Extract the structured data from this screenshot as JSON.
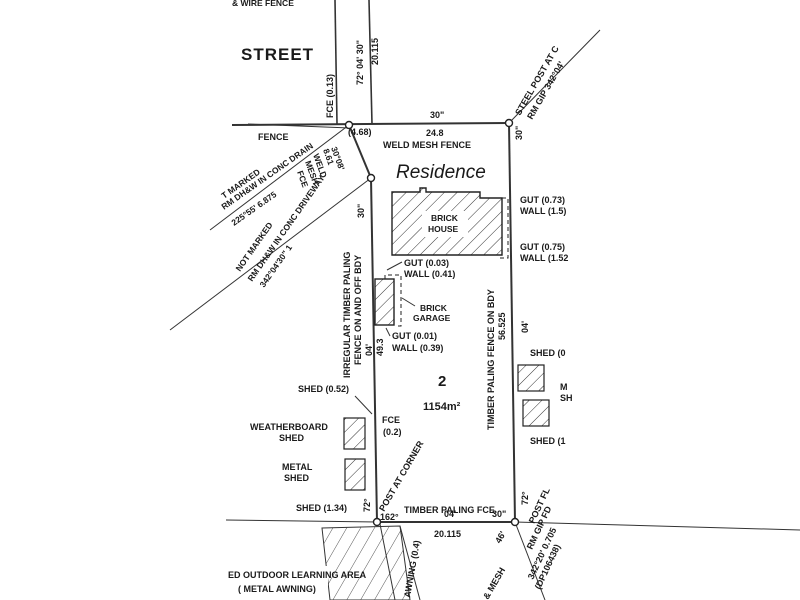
{
  "street": "STREET",
  "street_bearing": "72° 04' 30\"",
  "street_dist": "20.115",
  "lot": {
    "number": "2",
    "area": "1154m²"
  },
  "handwritten": "Residence",
  "top_edge": {
    "angle": "30\"",
    "dist": "24.8",
    "fence": "WELD MESH FENCE",
    "fce": "FCE (0.13)",
    "offset": "(4.68)",
    "fence_left": "FENCE"
  },
  "steel_post": "STEEL POST AT C",
  "steel_post_rm": "RM GIP 342°04'",
  "top_right_angle": "30\"",
  "diag_edge": {
    "bearing": "30°08'",
    "dist": "8.61",
    "weld1": "WELD",
    "weld2": "MESH",
    "weld3": "FCE"
  },
  "not_marked_1": "T MARKED",
  "not_marked_1b": "RM DH&W IN CONC DRAIN",
  "not_marked_1c": "225°55' 6.875",
  "not_marked_2": "NOT MARKED",
  "not_marked_2b": "RM DH&W IN CONC DRIVEWAY",
  "not_marked_2c": "342°04'30\" 1",
  "left_angle": "30\"",
  "left_fence_1": "IRREGULAR TIMBER PALING",
  "left_fence_2": "FENCE ON AND OFF BDY",
  "left_edge": {
    "bearing": "04'",
    "dist": "49.3"
  },
  "right_fence": "TIMBER PALING FENCE ON BDY",
  "right_edge": {
    "dist": "56.525",
    "bearing": "04'"
  },
  "house": {
    "l1": "BRICK",
    "l2": "HOUSE",
    "gut1": "GUT (0.73)",
    "wall1": "WALL (1.5)",
    "gut2": "GUT (0.75)",
    "wall2": "WALL (1.52"
  },
  "garage": {
    "l1": "BRICK",
    "l2": "GARAGE",
    "gut1": "GUT (0.03)",
    "wall1": "WALL (0.41)",
    "gut2": "GUT (0.01)",
    "wall2": "WALL (0.39)"
  },
  "sheds_left": {
    "shed1": "SHED (0.52)",
    "fce": "FCE",
    "fce_val": "(0.2)",
    "wb1": "WEATHERBOARD",
    "wb2": "SHED",
    "metal1": "METAL",
    "metal2": "SHED",
    "shed2": "SHED (1.34)"
  },
  "sheds_right": {
    "shed_a": "SHED (0",
    "shed_b": "M",
    "shed_c": "SH",
    "shed_d": "SHED (1"
  },
  "bottom_edge": {
    "fence": "TIMBER PALING FCE",
    "angle_left": "162°",
    "min": "04'",
    "sec": "30\"",
    "dist": "20.115"
  },
  "post_corner": "POST AT CORNER",
  "bottom_left_angle": "72°",
  "bottom_right_angle": "72°",
  "post_right": {
    "l1": "POST FL",
    "l2": "RM GIP FD",
    "l3": "342°20' 0.705",
    "l4": "(DP106438)",
    "angle": "46'"
  },
  "awning": "AWNING (0.4)",
  "outdoor_1": "ED OUTDOOR LEARNING AREA",
  "outdoor_2": "( METAL AWNING)",
  "mesh": "& MESH",
  "top_fragment": "& WIRE FENCE"
}
